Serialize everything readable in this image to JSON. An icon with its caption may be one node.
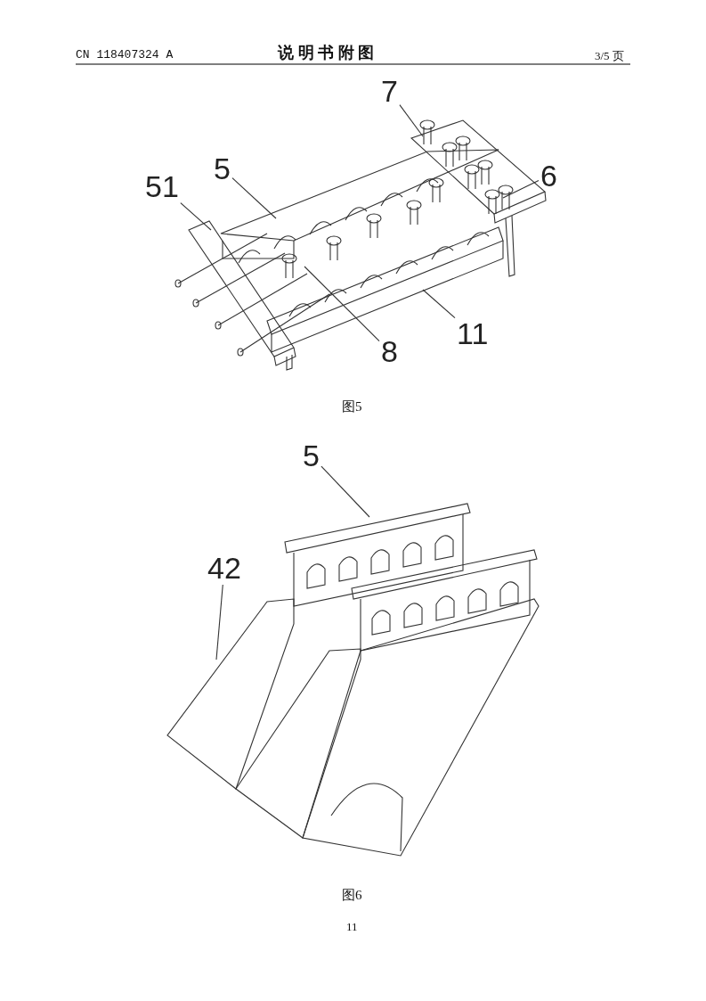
{
  "diagram": {
    "nodes": [
      {
        "text": [
          "7"
        ]
      },
      {
        "text": [
          "5"
        ]
      },
      {
        "text": [
          "51"
        ]
      },
      {
        "text": [
          "6"
        ]
      },
      {
        "text": [
          "8"
        ]
      },
      {
        "text": [
          "11"
        ]
      },
      {
        "text": [
          "5"
        ]
      },
      {
        "text": [
          "42"
        ]
      }
    ],
    "edges": [
      {
        "from": 0,
        "to": null,
        "arrow": "none"
      },
      {
        "from": 1,
        "to": null,
        "arrow": "none"
      },
      {
        "from": 2,
        "to": null,
        "arrow": "none"
      },
      {
        "from": 3,
        "to": null,
        "arrow": "none"
      },
      {
        "from": 4,
        "to": null,
        "arrow": "none"
      },
      {
        "from": 5,
        "to": null,
        "arrow": "none"
      },
      {
        "from": 6,
        "to": null,
        "arrow": "none"
      },
      {
        "from": 7,
        "to": null,
        "arrow": "none"
      }
    ],
    "labels": [
      "CN 118407324 A",
      "说 明 书 附 图",
      "3/5 页",
      "图5",
      "图6",
      "11"
    ]
  }
}
